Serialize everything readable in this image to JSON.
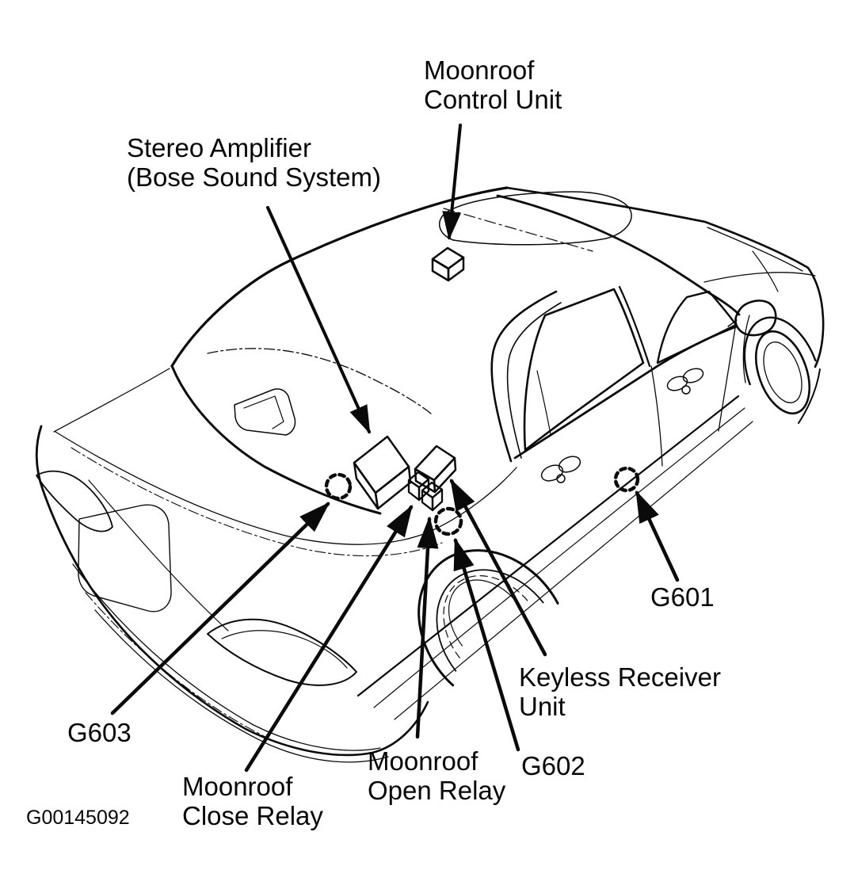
{
  "page": {
    "background_color": "#ffffff",
    "line_color": "#0a0a0a"
  },
  "figure": {
    "id": "G00145092"
  },
  "callouts": {
    "moonroof_control_unit": {
      "line1": "Moonroof",
      "line2": "Control Unit"
    },
    "stereo_amplifier": {
      "line1": "Stereo Amplifier",
      "line2": "(Bose Sound System)"
    },
    "g603": {
      "label": "G603"
    },
    "moonroof_close_relay": {
      "line1": "Moonroof",
      "line2": "Close Relay"
    },
    "moonroof_open_relay": {
      "line1": "Moonroof",
      "line2": "Open Relay"
    },
    "g602": {
      "label": "G602"
    },
    "keyless_receiver_unit": {
      "line1": "Keyless Receiver",
      "line2": "Unit"
    },
    "g601": {
      "label": "G601"
    }
  },
  "components": [
    {
      "name": "Moonroof Control Unit",
      "depicted_as": "cube on roof"
    },
    {
      "name": "Stereo Amplifier (Bose Sound System)",
      "depicted_as": "box on rear deck"
    },
    {
      "name": "Moonroof Close Relay",
      "depicted_as": "small cube on rear deck"
    },
    {
      "name": "Moonroof Open Relay",
      "depicted_as": "small cube on rear deck"
    },
    {
      "name": "Keyless Receiver Unit",
      "depicted_as": "box on rear deck"
    },
    {
      "name": "G601",
      "depicted_as": "dashed-circle ground point on rocker panel"
    },
    {
      "name": "G602",
      "depicted_as": "dashed-circle ground point on rear quarter"
    },
    {
      "name": "G603",
      "depicted_as": "dashed-circle ground point on rear deck"
    }
  ]
}
